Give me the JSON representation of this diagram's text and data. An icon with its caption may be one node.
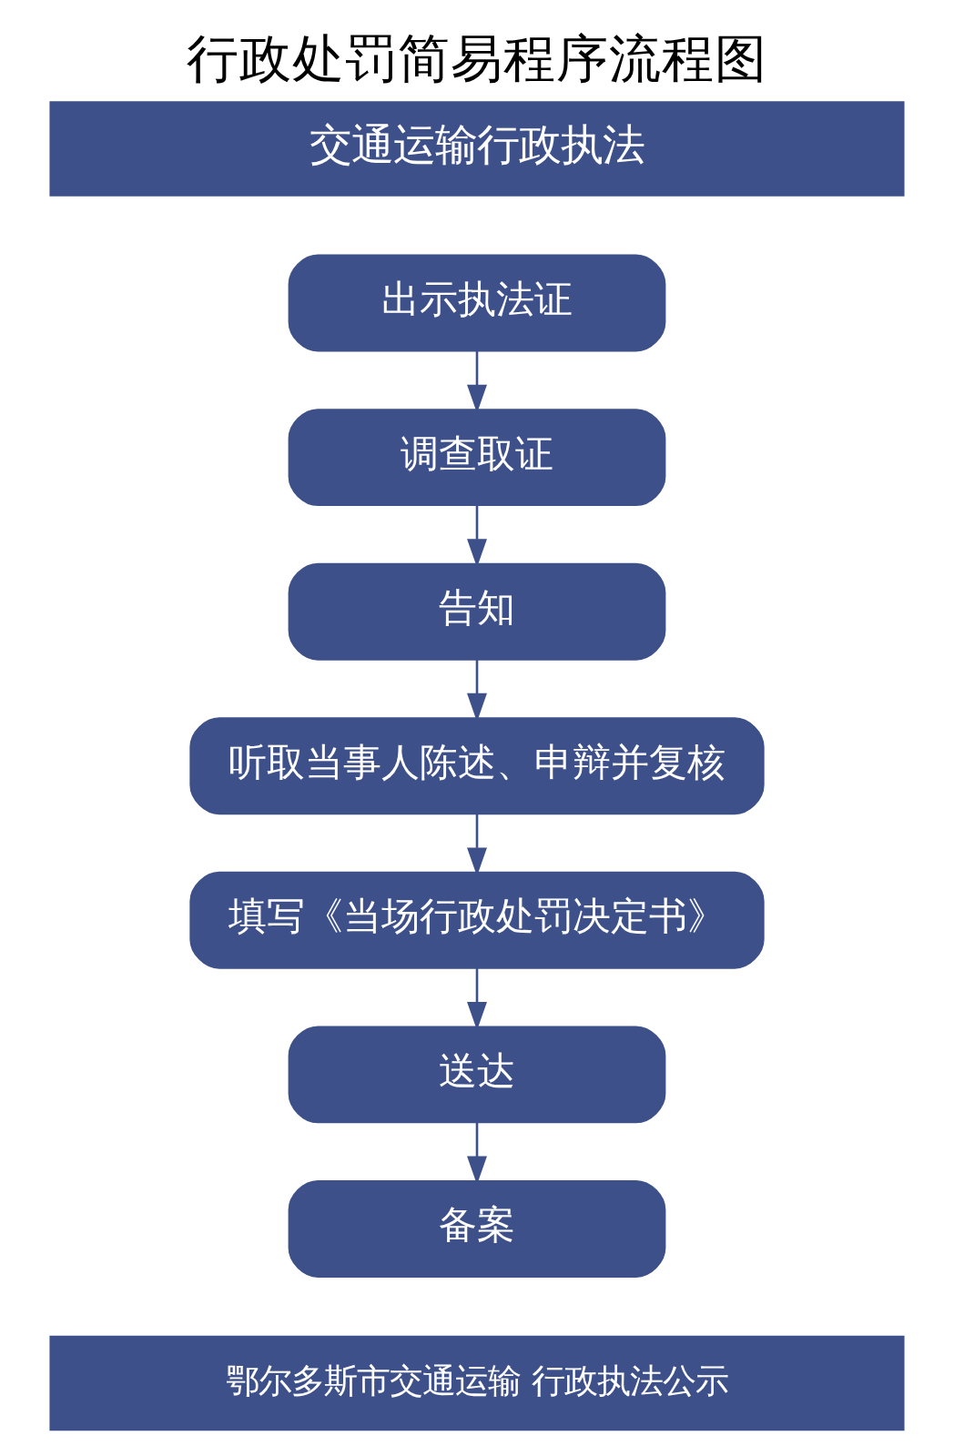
{
  "diagram": {
    "title": "行政处罚简易程序流程图",
    "nodes": [
      {
        "text": [
          "出示执法证"
        ]
      },
      {
        "text": [
          "调查取证"
        ]
      },
      {
        "text": [
          "告知"
        ]
      },
      {
        "text": [
          "听取当事人陈述、申辩并复核"
        ]
      },
      {
        "text": [
          "填写《当场行政处罚决定书》"
        ]
      },
      {
        "text": [
          "送达"
        ]
      },
      {
        "text": [
          "备案"
        ]
      }
    ],
    "edges": [
      {
        "from": 0,
        "to": 1,
        "arrow": "to"
      },
      {
        "from": 1,
        "to": 2,
        "arrow": "to"
      },
      {
        "from": 2,
        "to": 3,
        "arrow": "to"
      },
      {
        "from": 3,
        "to": 4,
        "arrow": "to"
      },
      {
        "from": 4,
        "to": 5,
        "arrow": "to"
      },
      {
        "from": 5,
        "to": 6,
        "arrow": "to"
      }
    ],
    "labels": [
      "交通运输行政执法",
      "鄂尔多斯市交通运输 行政执法公示"
    ]
  }
}
